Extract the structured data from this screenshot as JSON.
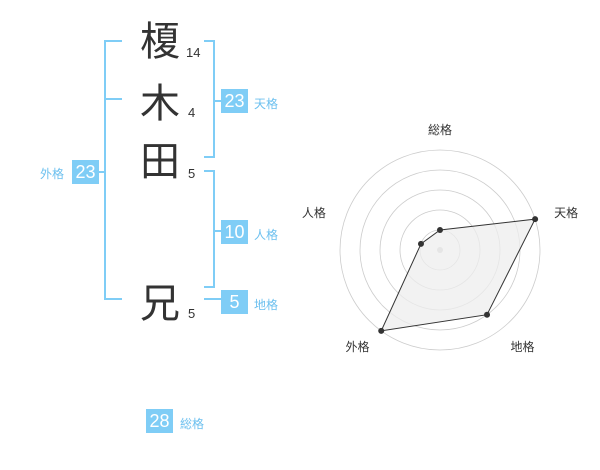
{
  "name": {
    "chars": [
      {
        "char": "榎",
        "strokes": "14"
      },
      {
        "char": "木",
        "strokes": "4"
      },
      {
        "char": "田",
        "strokes": "5"
      },
      {
        "char": "兄",
        "strokes": "5"
      }
    ]
  },
  "kaku": {
    "tenkaku": {
      "value": "23",
      "label": "天格"
    },
    "jinkaku": {
      "value": "10",
      "label": "人格"
    },
    "chikaku": {
      "value": "5",
      "label": "地格"
    },
    "gaikaku": {
      "value": "23",
      "label": "外格"
    },
    "soukaku": {
      "value": "28",
      "label": "総格"
    }
  },
  "colors": {
    "accent": "#7fcdf6",
    "accent_text": "#6cc0ef",
    "radar_fill": "#eeeeee",
    "grid": "#cccccc"
  },
  "chart_data": {
    "type": "radar",
    "axes": [
      "総格",
      "天格",
      "地格",
      "外格",
      "人格"
    ],
    "values": [
      1,
      5,
      4,
      5,
      1
    ],
    "max": 5,
    "rings": 5
  }
}
